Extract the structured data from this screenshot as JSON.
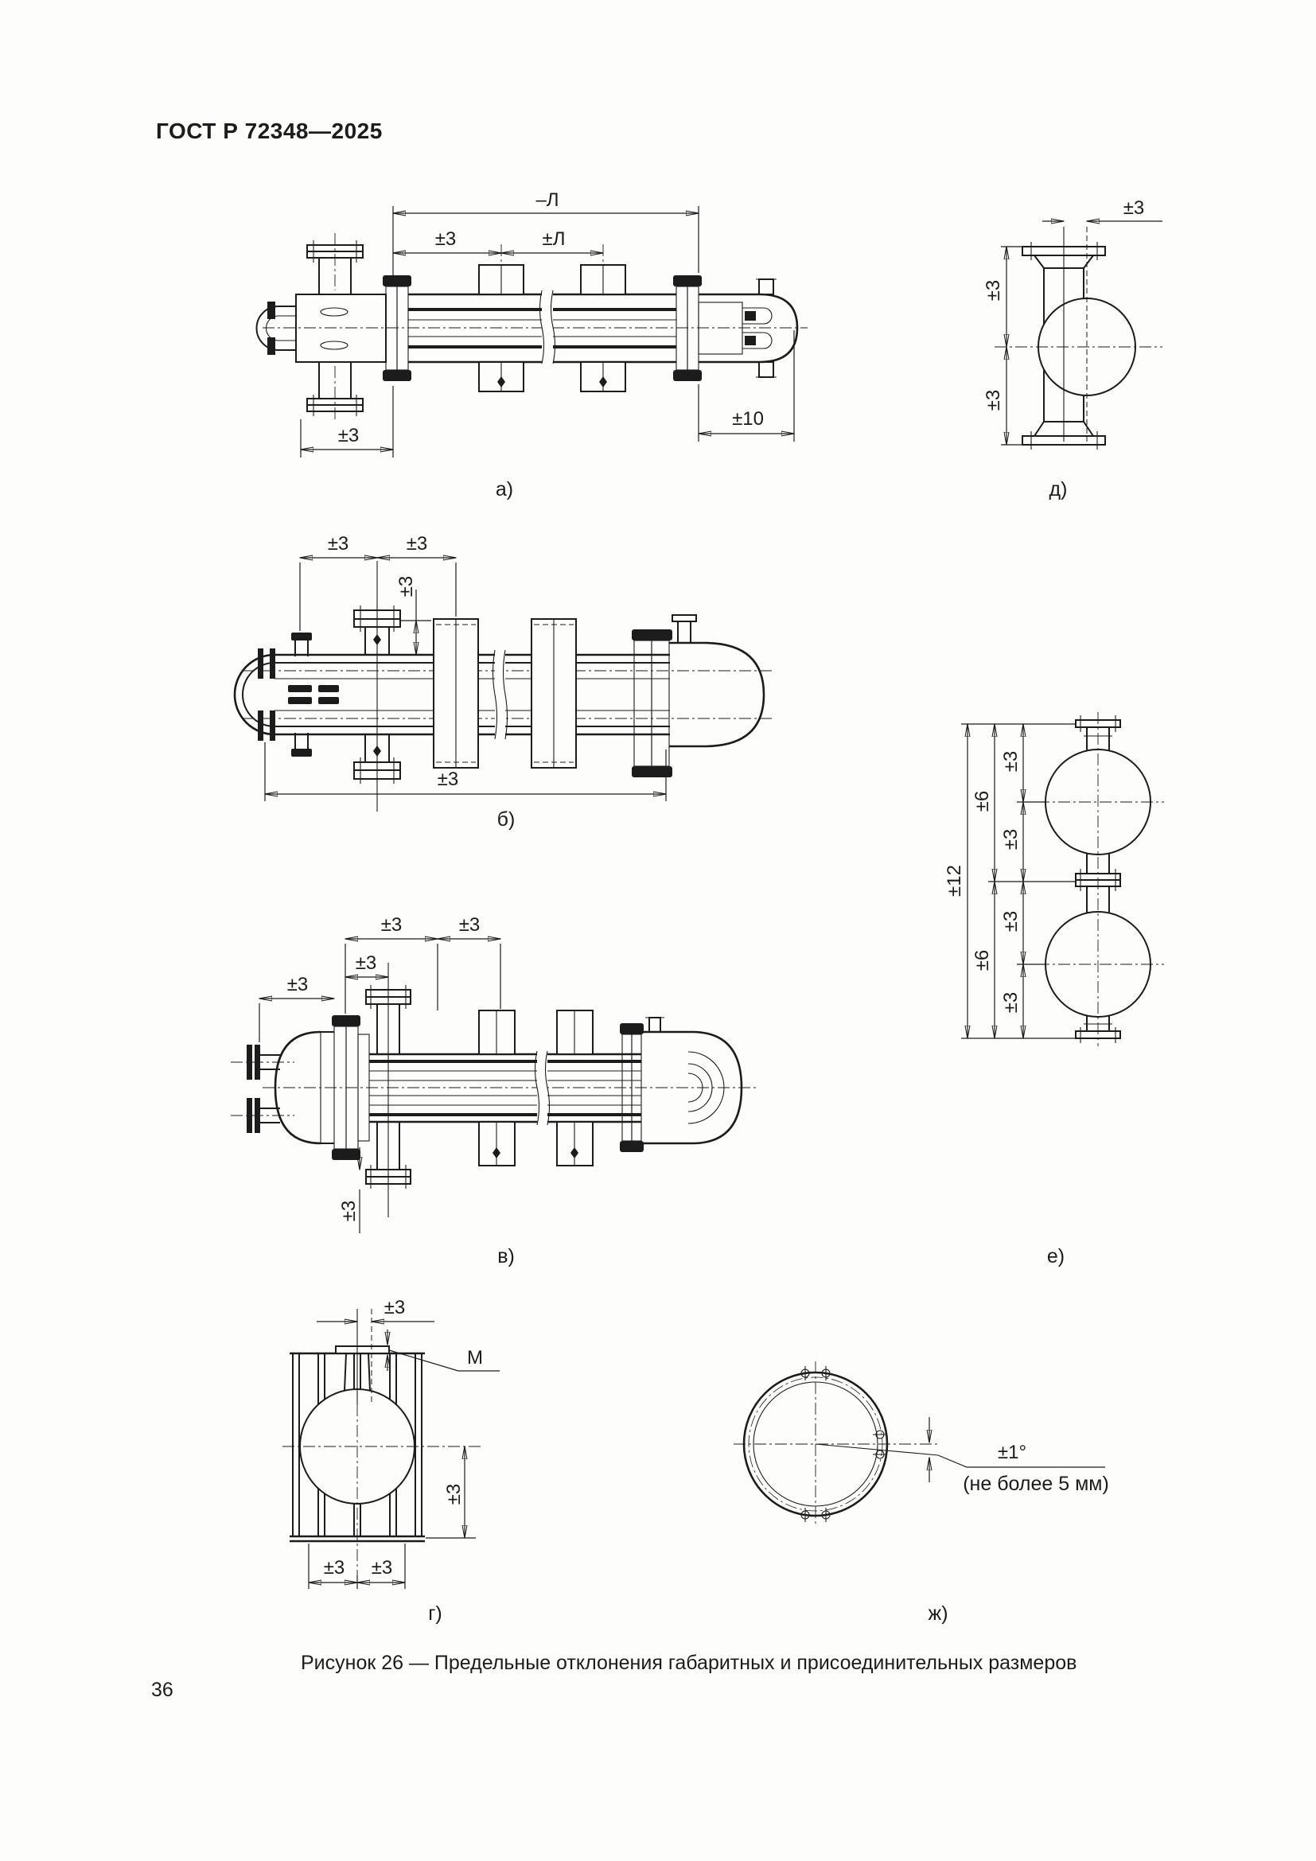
{
  "page": {
    "header": "ГОСТ Р 72348—2025",
    "page_number": "36"
  },
  "figure": {
    "caption": "Рисунок 26 — Предельные отклонения габаритных и присоединительных размеров"
  },
  "drawings": {
    "a": {
      "label": "а)",
      "dims": {
        "top_length": "–Л",
        "top_left": "±3",
        "top_right": "±Л",
        "bottom_left": "±3",
        "bottom_right": "±10"
      }
    },
    "b": {
      "label": "б)",
      "dims": {
        "top_left": "±3",
        "top_right": "±3",
        "nozzle_height": "±3",
        "overall": "±3"
      }
    },
    "v": {
      "label": "в)",
      "dims": {
        "top_left": "±3",
        "top_right": "±3",
        "mid": "±3",
        "left": "±3",
        "bottom": "±3"
      }
    },
    "g": {
      "label": "г)",
      "flange_mark": "М",
      "dims": {
        "top": "±3",
        "right": "±3",
        "bottom_left": "±3",
        "bottom_right": "±3"
      }
    },
    "d": {
      "label": "д)",
      "dims": {
        "top": "±3",
        "upper": "±3",
        "lower": "±3"
      }
    },
    "e": {
      "label": "е)",
      "dims": {
        "overall": "±12",
        "upper_half": "±6",
        "lower_half": "±6",
        "seg1": "±3",
        "seg2": "±3",
        "seg3": "±3",
        "seg4": "±3"
      }
    },
    "zh": {
      "label": "ж)",
      "dims": {
        "angle": "±1°",
        "note": "(не более 5 мм)"
      }
    }
  }
}
